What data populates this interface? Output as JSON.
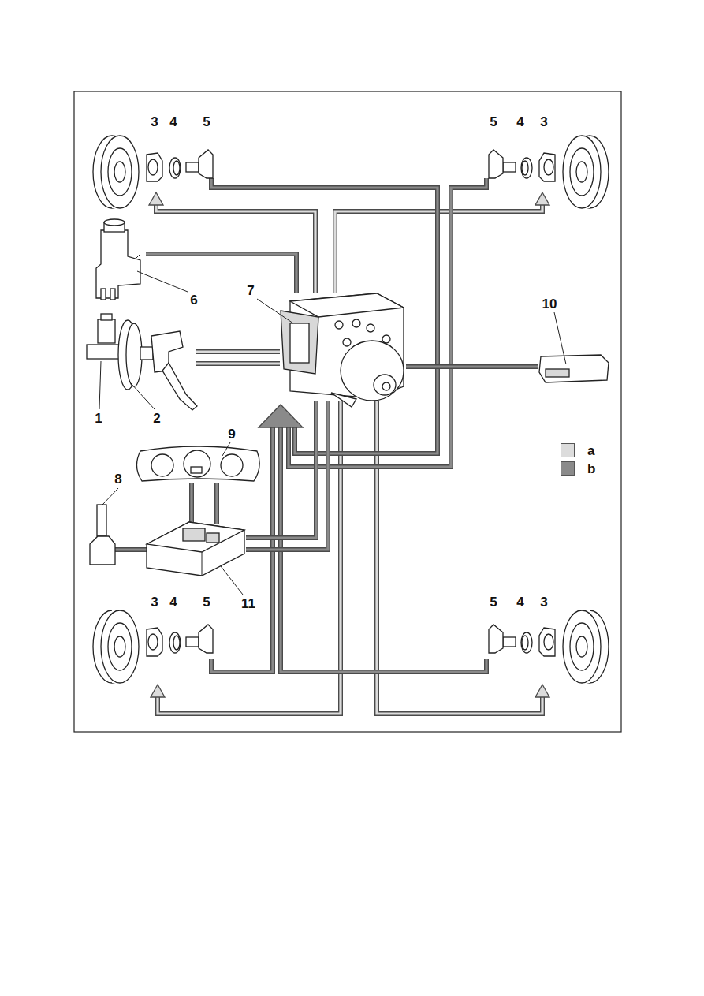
{
  "diagram": {
    "labels": [
      "3",
      "4",
      "5",
      "5",
      "4",
      "3",
      "7",
      "6",
      "10",
      "1",
      "2",
      "9",
      "8",
      "11",
      "3",
      "4",
      "5",
      "5",
      "4",
      "3"
    ],
    "legend": [
      {
        "text": "a",
        "color": "#dcdcdc"
      },
      {
        "text": "b",
        "color": "#8a8a8a"
      }
    ]
  }
}
